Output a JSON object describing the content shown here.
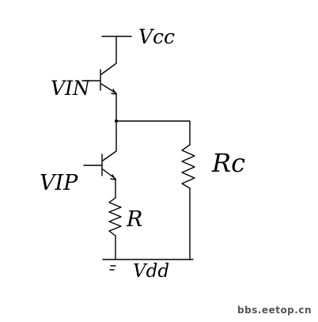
{
  "labels": {
    "vcc": "Vcc",
    "vin": "VIN",
    "vip": "VIP",
    "rl": "Rc",
    "r": "R",
    "vdd": "Vdd"
  },
  "watermark": "bbs.eetop.cn"
}
